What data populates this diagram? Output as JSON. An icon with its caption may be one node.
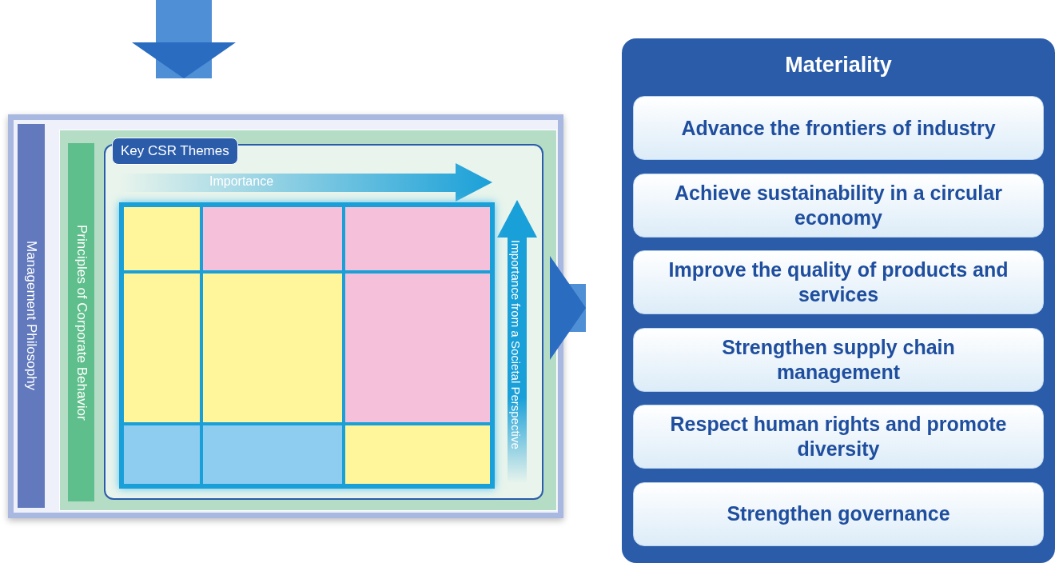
{
  "diagram": {
    "nodes": [
      {
        "text": [
          "Management Philosophy"
        ]
      },
      {
        "text": [
          "Principles of Corporate Behavior"
        ],
        "in": 0
      },
      {
        "text": [
          "Key CSR Themes"
        ],
        "in": 1
      },
      {
        "text": [],
        "shape": "box",
        "in": 2
      },
      {
        "text": [],
        "shape": "box",
        "in": 2
      },
      {
        "text": [],
        "shape": "box",
        "in": 2
      },
      {
        "text": [],
        "shape": "box",
        "in": 2
      },
      {
        "text": [],
        "shape": "box",
        "in": 2
      },
      {
        "text": [],
        "shape": "box",
        "in": 2
      },
      {
        "text": [],
        "shape": "box",
        "in": 2
      },
      {
        "text": [],
        "shape": "box",
        "in": 2
      },
      {
        "text": [],
        "shape": "box",
        "in": 2
      },
      {
        "text": [
          "Materiality"
        ]
      },
      {
        "text": [
          "Advance the frontiers of industry"
        ],
        "in": 12
      },
      {
        "text": [
          "Achieve sustainability in a circular economy"
        ],
        "in": 12
      },
      {
        "text": [
          "Improve the quality of products and services"
        ],
        "in": 12
      },
      {
        "text": [
          "Strengthen supply chain management"
        ],
        "in": 12
      },
      {
        "text": [
          "Respect human rights and promote diversity"
        ],
        "in": 12
      },
      {
        "text": [
          "Strengthen governance"
        ],
        "in": 12
      }
    ],
    "edges": [
      {
        "from": null,
        "to": 0,
        "arrow": "to"
      },
      {
        "from": 0,
        "to": 12,
        "arrow": "to"
      }
    ],
    "labels": [
      "Importance",
      "Importance from a Societal Perspective"
    ]
  }
}
